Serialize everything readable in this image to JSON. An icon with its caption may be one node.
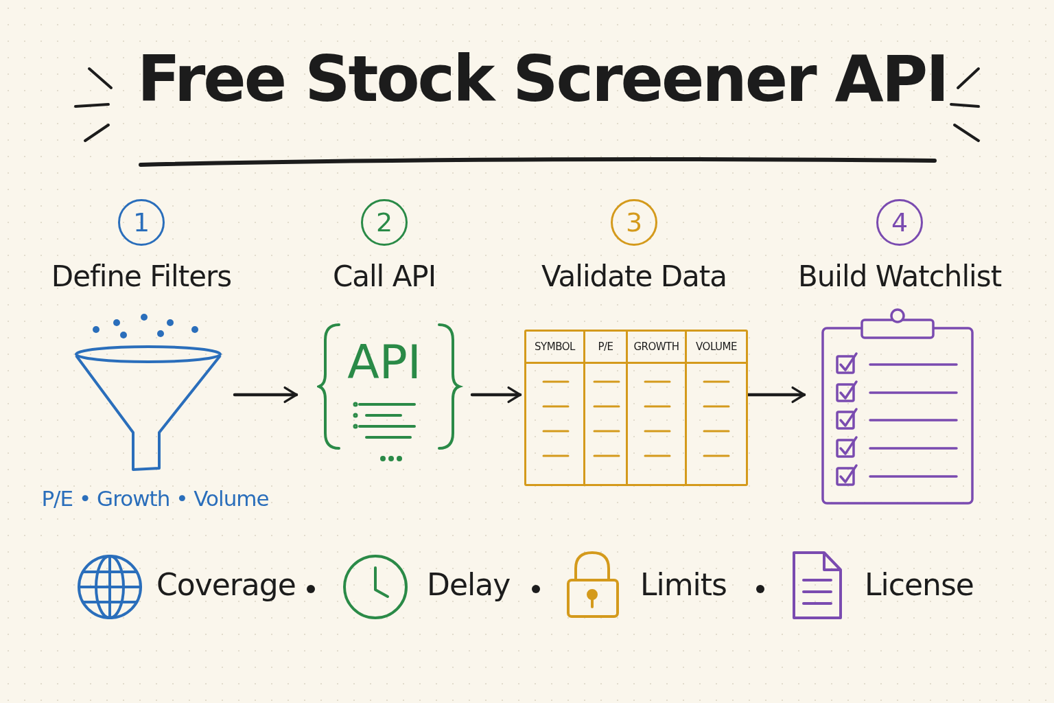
{
  "diagram": {
    "title": "Free Stock Screener API",
    "nodes": [
      {
        "text": [
          "1",
          "Define Filters",
          "P/E • Growth • Volume"
        ]
      },
      {
        "text": [
          "2",
          "Call API",
          "API"
        ]
      },
      {
        "text": [
          "3",
          "Validate Data",
          "SYMBOL",
          "P/E",
          "GROWTH",
          "VOLUME"
        ]
      },
      {
        "text": [
          "4",
          "Build Watchlist"
        ]
      }
    ],
    "edges": [
      {
        "from": 0,
        "to": 1,
        "arrow": "to"
      },
      {
        "from": 1,
        "to": 2,
        "arrow": "to"
      },
      {
        "from": 2,
        "to": 3,
        "arrow": "to"
      }
    ],
    "labels": [
      "Coverage",
      "Delay",
      "Limits",
      "License"
    ]
  }
}
